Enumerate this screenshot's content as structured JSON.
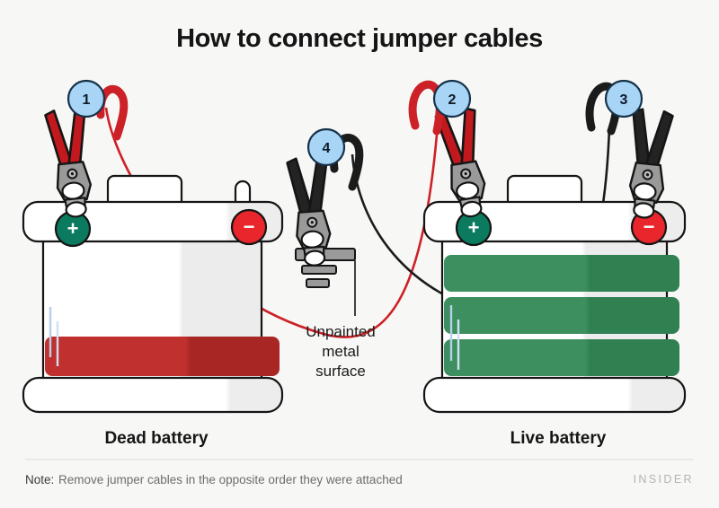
{
  "page": {
    "title": "How to connect jumper cables",
    "background_color": "#f7f7f6"
  },
  "palette": {
    "red_cable": "#cc2127",
    "red_clamp_handle": "#c1191d",
    "black_cable": "#1b1b1b",
    "black_clamp_handle": "#232323",
    "clamp_metal": "#9a9a9a",
    "clamp_metal_light": "#bdbdbd",
    "terminal_positive": "#0b7a5e",
    "terminal_negative": "#e8262b",
    "charge_bar_low": "#c0302e",
    "charge_bar_full": "#3d8f5f",
    "badge_fill": "#a8d4f5",
    "badge_stroke": "#16324a",
    "battery_case": "#ffffff",
    "battery_shade": "#ececec",
    "outline": "#151515"
  },
  "steps": [
    {
      "number": "1",
      "target": "dead-battery-positive",
      "cable": "red"
    },
    {
      "number": "2",
      "target": "live-battery-positive",
      "cable": "red"
    },
    {
      "number": "3",
      "target": "live-battery-negative",
      "cable": "black"
    },
    {
      "number": "4",
      "target": "unpainted-metal-surface",
      "cable": "black"
    }
  ],
  "dead_battery": {
    "caption": "Dead battery",
    "positive_symbol": "+",
    "negative_symbol": "−",
    "charge_bars": 1,
    "charge_bar_color": "#c0302e"
  },
  "live_battery": {
    "caption": "Live battery",
    "positive_symbol": "+",
    "negative_symbol": "−",
    "charge_bars": 3,
    "charge_bar_color": "#3d8f5f"
  },
  "annotation": {
    "line1": "Unpainted",
    "line2": "metal",
    "line3": "surface"
  },
  "footer": {
    "note_label": "Note:",
    "note_text": "Remove jumper cables in the opposite order they were attached",
    "brand": "INSIDER"
  }
}
